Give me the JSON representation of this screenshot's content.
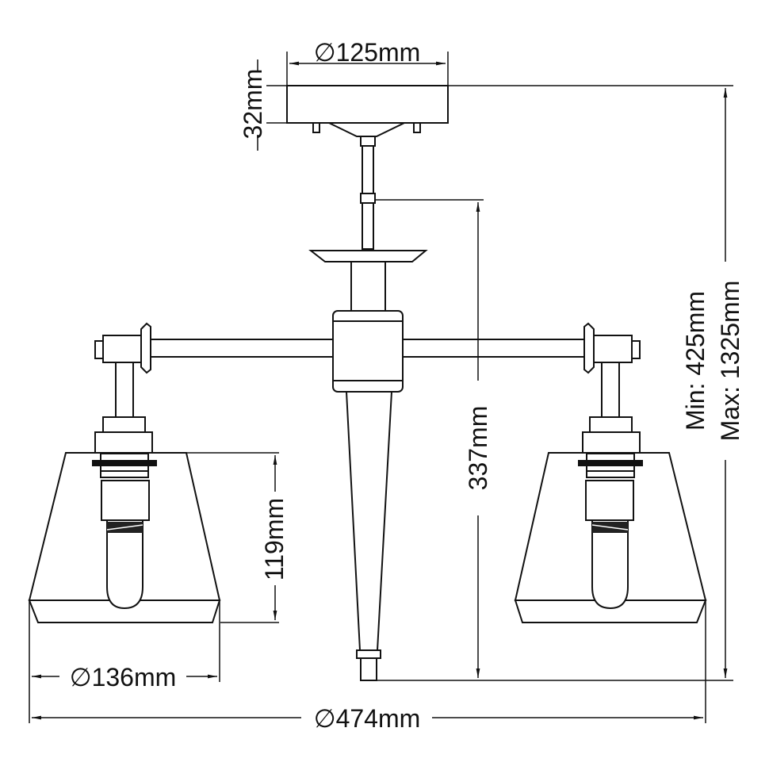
{
  "dimensions": {
    "canopy_diameter": "∅125mm",
    "canopy_height": "32mm",
    "body_height": "337mm",
    "min_height": "Min: 425mm",
    "max_height": "Max: 1325mm",
    "shade_height": "119mm",
    "shade_diameter": "∅136mm",
    "overall_diameter": "∅474mm"
  },
  "colors": {
    "line": "#111111",
    "background": "#ffffff"
  }
}
